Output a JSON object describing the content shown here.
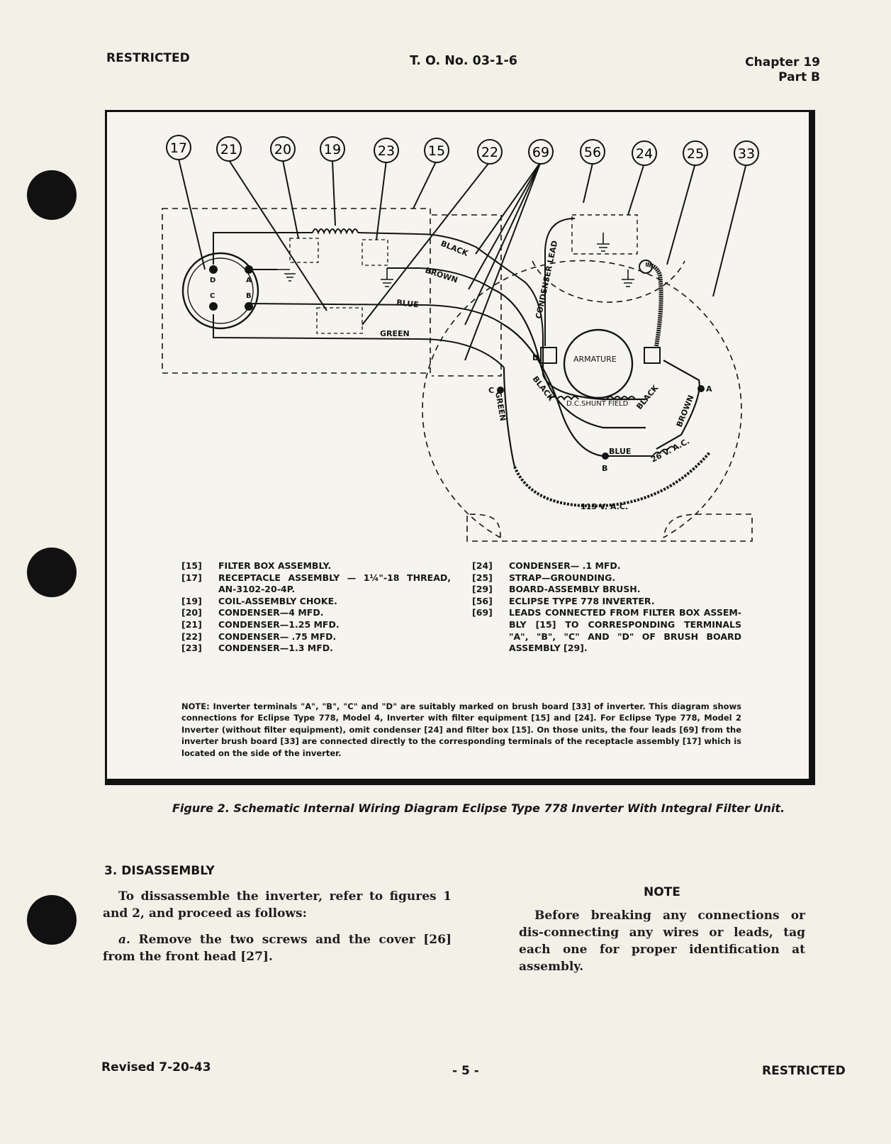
{
  "header": {
    "left": "RESTRICTED",
    "center": "T. O. No. 03-1-6",
    "chapter": "Chapter 19",
    "part": "Part B"
  },
  "diagram": {
    "callouts": [
      "17",
      "21",
      "20",
      "19",
      "23",
      "15",
      "22",
      "69",
      "56",
      "24",
      "25",
      "33"
    ],
    "wire_labels": {
      "black": "BLACK",
      "brown": "BROWN",
      "blue": "BLUE",
      "green": "GREEN",
      "condenser_lead": "CONDENSER LEAD",
      "armature": "ARMATURE",
      "dc_shunt_field": "D.C.SHUNT FIELD",
      "v26": "26 V. A.C.",
      "v115": "115 V. A.C."
    },
    "terminals": {
      "a": "A",
      "b": "B",
      "c": "C",
      "d": "D"
    }
  },
  "legend_left": [
    {
      "key": "[15]",
      "text": "FILTER BOX ASSEMBLY."
    },
    {
      "key": "[17]",
      "text": "RECEPTACLE ASSEMBLY — 1¼\"-18 THREAD,",
      "cont": "AN-3102-20-4P."
    },
    {
      "key": "[19]",
      "text": "COIL-ASSEMBLY CHOKE."
    },
    {
      "key": "[20]",
      "text": "CONDENSER—4 MFD."
    },
    {
      "key": "[21]",
      "text": "CONDENSER—1.25 MFD."
    },
    {
      "key": "[22]",
      "text": "CONDENSER— .75 MFD."
    },
    {
      "key": "[23]",
      "text": "CONDENSER—1.3 MFD."
    }
  ],
  "legend_right": [
    {
      "key": "[24]",
      "text": "CONDENSER— .1 MFD."
    },
    {
      "key": "[25]",
      "text": "STRAP—GROUNDING."
    },
    {
      "key": "[29]",
      "text": "BOARD-ASSEMBLY BRUSH."
    },
    {
      "key": "[56]",
      "text": "ECLIPSE TYPE 778 INVERTER."
    },
    {
      "key": "[69]",
      "text": "LEADS CONNECTED FROM FILTER BOX ASSEM-",
      "cont": [
        "BLY [15] TO CORRESPONDING TERMINALS",
        "\"A\", \"B\", \"C\" AND \"D\" OF BRUSH BOARD",
        "ASSEMBLY [29]."
      ]
    }
  ],
  "note": "NOTE: Inverter terminals \"A\", \"B\", \"C\" and \"D\" are suitably marked on brush board [33] of inverter. This diagram shows connections for Eclipse Type 778, Model 4, Inverter with filter equipment [15] and [24]. For Eclipse Type 778, Model 2 Inverter (without filter equipment), omit condenser [24] and filter box [15]. On those units, the four leads [69] from the inverter brush board [33] are connected directly to the corresponding terminals of the receptacle assembly [17] which is located on the side of the inverter.",
  "caption": "Figure 2. Schematic Internal Wiring Diagram Eclipse Type 778 Inverter With Integral Filter Unit.",
  "section": {
    "heading": "3. DISASSEMBLY",
    "intro": "To dissassemble the inverter, refer to figures 1 and 2, and proceed as follows:",
    "step_a_marker": "a.",
    "step_a": "Remove the two screws and the cover [26] from the front head [27].",
    "note_heading": "NOTE",
    "note_text": "Before breaking any connections or dis-connecting any wires or leads, tag each one for proper identification at assembly."
  },
  "footer": {
    "left": "Revised 7-20-43",
    "center": "- 5 -",
    "right": "RESTRICTED"
  }
}
